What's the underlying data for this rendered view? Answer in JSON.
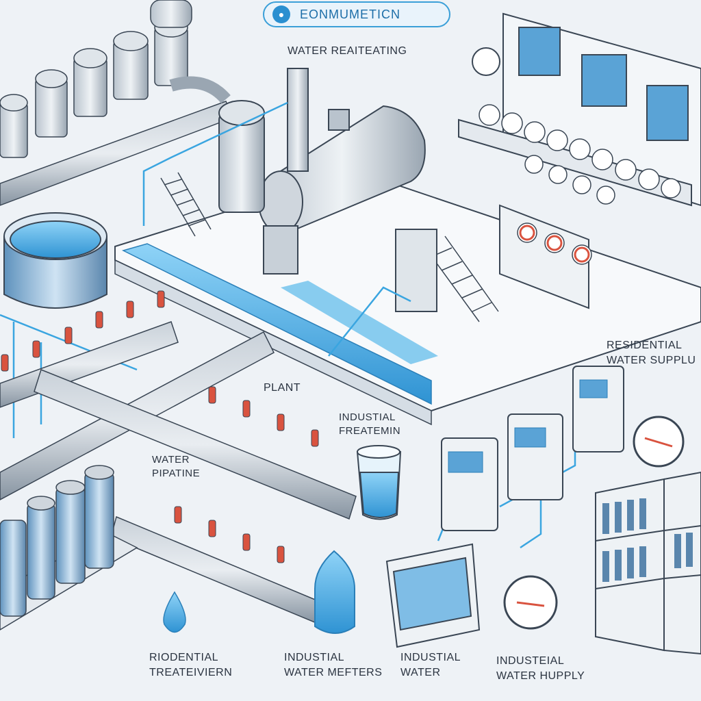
{
  "header": {
    "title": "EONMUMETICN",
    "icon": "person-icon"
  },
  "labels": {
    "water_treatment": "WATER REAITEATING",
    "plant": "PLANT",
    "industrial_treatment": [
      "INDUSTIAL",
      "FREATEMIN"
    ],
    "water_pipeline": [
      "WATER",
      "PIPATINE"
    ],
    "residential_supply": [
      "RESIDENTIAL",
      "WATER SUPPLU"
    ],
    "residential_treatment": [
      "RIODENTIAL",
      "TREATEIVIERN"
    ],
    "industrial_meters": [
      "INDUSTIAL",
      "WATER MEFTERS"
    ],
    "industrial_water": [
      "INDUSTIAL",
      "WATER"
    ],
    "industrial_supply": [
      "INDUSTEIAL",
      "WATER HUPPLY"
    ]
  },
  "colors": {
    "pipe": "#9aa6b2",
    "water": "#3aa5e0",
    "valve": "#d9533f",
    "outline": "#3a4654",
    "floor": "#f4f7fa"
  }
}
